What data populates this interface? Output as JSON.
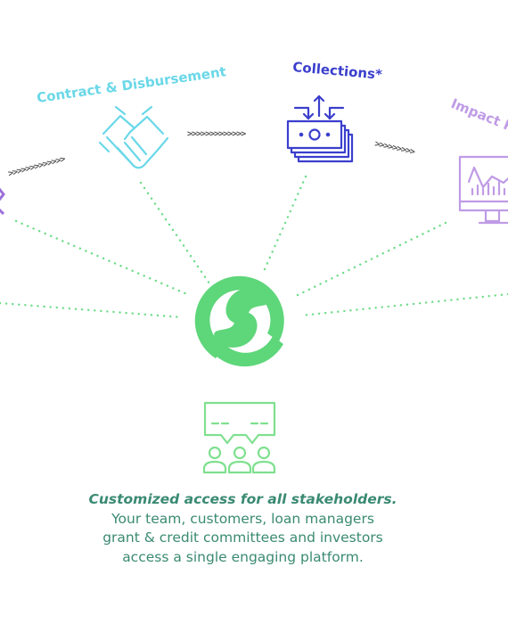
{
  "stages": {
    "contract": {
      "label": "Contract & Disbursement",
      "icon": "handshake-icon"
    },
    "collections": {
      "label": "Collections*",
      "icon": "cash-stack-icon"
    },
    "impact": {
      "label": "Impact R",
      "icon": "monitor-chart-icon"
    }
  },
  "hub": {
    "icon": "platform-logo-icon"
  },
  "stakeholders": {
    "icon": "group-chat-icon"
  },
  "caption": {
    "lead": "Customized access for all stakeholders.",
    "line1": "Your team, customers, loan managers",
    "line2": "grant & credit committees and investors",
    "line3": "access a single engaging platform."
  },
  "colors": {
    "contract": "#6ad8e8",
    "collections": "#3b3fcc",
    "impact": "#bf9be6",
    "hub": "#5ed67a",
    "dots": "#6edc8a",
    "arrows": "#555555",
    "caption": "#3a8a72"
  }
}
